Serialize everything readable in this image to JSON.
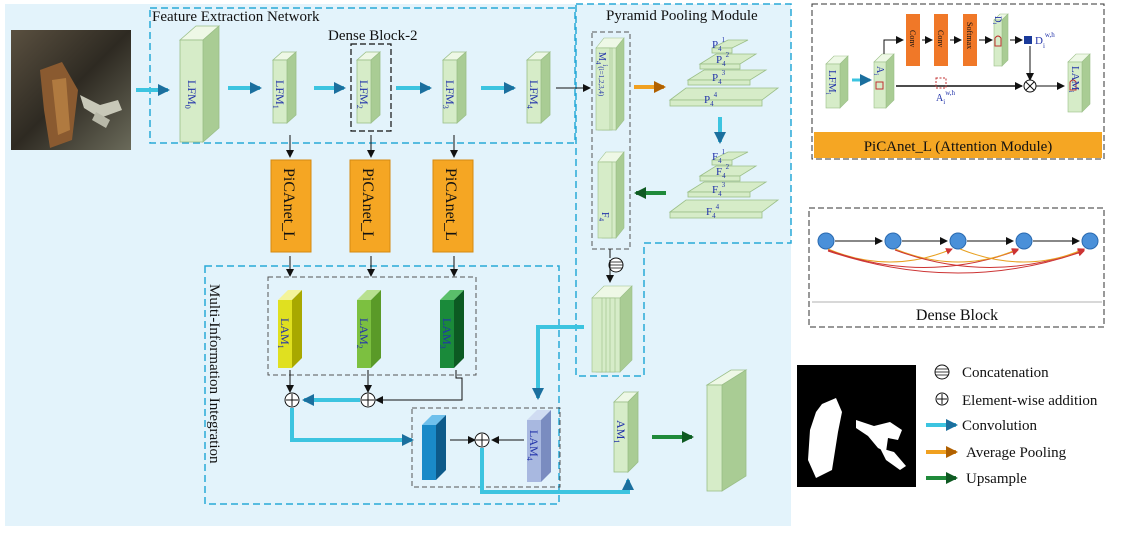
{
  "main_title": "Feature Extraction Network",
  "dense_block_label": "Dense Block-2",
  "ppm_title": "Pyramid Pooling Module",
  "mii_title": "Multi-Information Integration",
  "lfm": {
    "lfm0": {
      "base": "LFM",
      "sub": "0"
    },
    "lfm1": {
      "base": "LFM",
      "sub": "1"
    },
    "lfm2": {
      "base": "LFM",
      "sub": "2"
    },
    "lfm3": {
      "base": "LFM",
      "sub": "3"
    },
    "lfm4": {
      "base": "LFM",
      "sub": "4"
    }
  },
  "picanet_label": "PiCAnet_L",
  "lam": {
    "lam1": {
      "base": "LAM",
      "sub": "1"
    },
    "lam2": {
      "base": "LAM",
      "sub": "2"
    },
    "lam3": {
      "base": "LAM",
      "sub": "3"
    },
    "lam4": {
      "base": "LAM",
      "sub": "4"
    }
  },
  "am": {
    "base": "AM",
    "sub": "1"
  },
  "ppm": {
    "m4": {
      "base": "M",
      "sub": "4",
      "sup": "i",
      "suffix": "(i=1,2,3,4)"
    },
    "f4": {
      "base": "F",
      "sub": "4"
    },
    "p": [
      {
        "base": "P",
        "sub": "4",
        "sup": "1"
      },
      {
        "base": "P",
        "sub": "4",
        "sup": "2"
      },
      {
        "base": "P",
        "sub": "4",
        "sup": "3"
      },
      {
        "base": "P",
        "sub": "4",
        "sup": "4"
      }
    ],
    "f": [
      {
        "base": "F",
        "sub": "4",
        "sup": "1"
      },
      {
        "base": "F",
        "sub": "4",
        "sup": "2"
      },
      {
        "base": "F",
        "sub": "4",
        "sup": "3"
      },
      {
        "base": "F",
        "sub": "4",
        "sup": "4"
      }
    ]
  },
  "attention_module": {
    "title": "PiCAnet_L (Attention Module)",
    "input": {
      "base": "LFM",
      "sub": "i"
    },
    "ai": {
      "base": "A",
      "sub": "i"
    },
    "conv1": "Conv",
    "conv2": "Conv",
    "softmax": "Softmax",
    "di": {
      "base": "D",
      "sub": "i"
    },
    "dwh": {
      "base": "D",
      "sub": "i",
      "sup": "w,h"
    },
    "awh": {
      "base": "A",
      "sub": "i",
      "sup": "w,h"
    },
    "output": {
      "base": "LAM",
      "sub": "i"
    }
  },
  "dense_block_title": "Dense Block",
  "legend": {
    "concatenation": "Concatenation",
    "addition": "Element-wise addition",
    "convolution": "Convolution",
    "avg_pooling": "Average Pooling",
    "upsample": "Upsample"
  },
  "colors": {
    "background_panel": "#e3f3fb",
    "dashed_blue": "#29a9d8",
    "feature_map": "#d6ecc8",
    "picanet": "#f5a623",
    "conv_arrow": "#3cc4e0",
    "pool_arrow": "#f0a020",
    "upsample_arrow": "#1f8a3a",
    "lam1": "#e0e020",
    "lam2": "#7cc040",
    "lam3": "#1a8a3a",
    "lam4": "#a8b8e0",
    "conv_block": "#1a8ac8"
  }
}
